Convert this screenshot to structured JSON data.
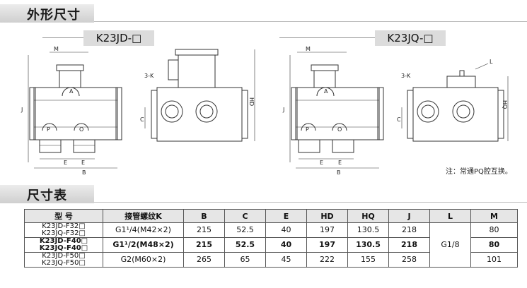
{
  "sections": {
    "outline_title": "外形尺寸",
    "dimension_title": "尺寸表"
  },
  "models": {
    "left": "K23JD-□",
    "right": "K23JQ-□"
  },
  "drawing_labels": {
    "M": "M",
    "HD": "HD",
    "HQ": "HQ",
    "J": "J",
    "C": "C",
    "B": "B",
    "E": "E",
    "K": "3-K",
    "L": "L",
    "A": "A",
    "P": "P",
    "O": "O"
  },
  "note": "注：常通PQ腔互换。",
  "table": {
    "headers": [
      "型 号",
      "接管螺纹K",
      "B",
      "C",
      "E",
      "HD",
      "HQ",
      "J",
      "L",
      "M"
    ],
    "rows": [
      {
        "model1": "K23JD-F32□",
        "model2": "K23JQ-F32□",
        "K": "G1¹/4(M42×2)",
        "B": "215",
        "C": "52.5",
        "E": "40",
        "HD": "197",
        "HQ": "130.5",
        "J": "218",
        "M": "80"
      },
      {
        "model1": "K23JD-F40□",
        "model2": "K23JQ-F40□",
        "K": "G1¹/2(M48×2)",
        "B": "215",
        "C": "52.5",
        "E": "40",
        "HD": "197",
        "HQ": "130.5",
        "J": "218",
        "M": "80"
      },
      {
        "model1": "K23JD-F50□",
        "model2": "K23JQ-F50□",
        "K": "G2(M60×2)",
        "B": "265",
        "C": "65",
        "E": "45",
        "HD": "222",
        "HQ": "155",
        "J": "258",
        "M": "101"
      }
    ],
    "L_shared": "G1/8"
  }
}
